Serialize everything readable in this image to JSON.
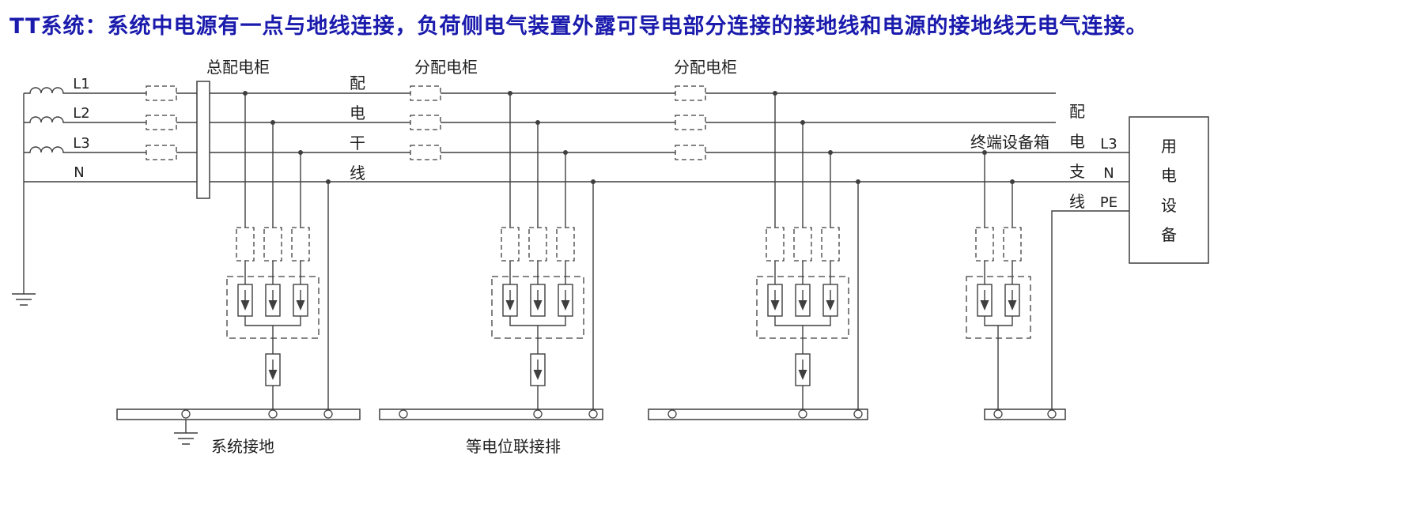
{
  "title": "TT系统：系统中电源有一点与地线连接，负荷侧电气装置外露可导电部分连接的接地线和电源的接地线无电气连接。",
  "colors": {
    "title_blue": "#1a1aad",
    "line": "#3f3f3f",
    "text": "#1f1f1f",
    "background": "#ffffff"
  },
  "source": {
    "phase_labels": [
      "L1",
      "L2",
      "L3",
      "N"
    ]
  },
  "cabinets": {
    "main": "总配电柜",
    "sub1": "分配电柜",
    "sub2": "分配电柜",
    "terminal_box": "终端设备箱"
  },
  "trunk_label": {
    "chars": [
      "配",
      "电",
      "干",
      "线"
    ]
  },
  "branch_label": {
    "chars": [
      "配",
      "电",
      "支",
      "线"
    ]
  },
  "right_line_labels": [
    "L3",
    "N",
    "PE"
  ],
  "equipment": {
    "chars": [
      "用",
      "电",
      "设",
      "备"
    ]
  },
  "footer": {
    "system_earthing": "系统接地",
    "equipotential_busbar": "等电位联接排"
  }
}
